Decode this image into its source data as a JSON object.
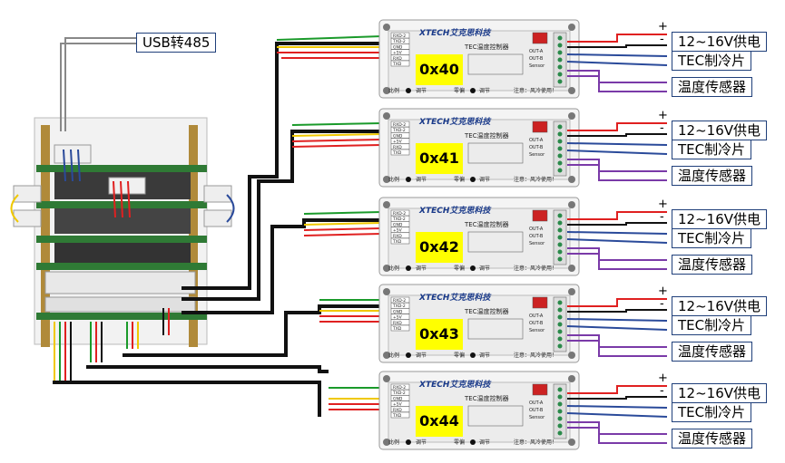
{
  "usb_label": "USB转485",
  "controllers": [
    {
      "address": "0x40"
    },
    {
      "address": "0x41"
    },
    {
      "address": "0x42"
    },
    {
      "address": "0x43"
    },
    {
      "address": "0x44"
    }
  ],
  "labels": {
    "power": "12~16V供电",
    "tec": "TEC制冷片",
    "sensor": "温度传感器",
    "plus": "+",
    "minus": "-"
  },
  "module": {
    "brand": "XTECH艾克思科技",
    "product": "TEC温度控制器",
    "pins_left": [
      "RXD-2",
      "TXD-2",
      "GND",
      "+5V",
      "RXD",
      "TXD"
    ],
    "pins_right": [
      "OUT-A",
      "OUT-B",
      "Sensor"
    ],
    "footer": [
      "比例",
      "调节",
      "零偏",
      "调节",
      "注意：风冷使用！"
    ]
  },
  "colors": {
    "red": "#e02020",
    "green": "#1a9a2a",
    "yellow": "#f0c800",
    "black": "#111111",
    "blue": "#2a4a9a",
    "purple": "#7a3aa8",
    "label_border": "#1f3f7a",
    "address_bg": "#ffff00"
  }
}
